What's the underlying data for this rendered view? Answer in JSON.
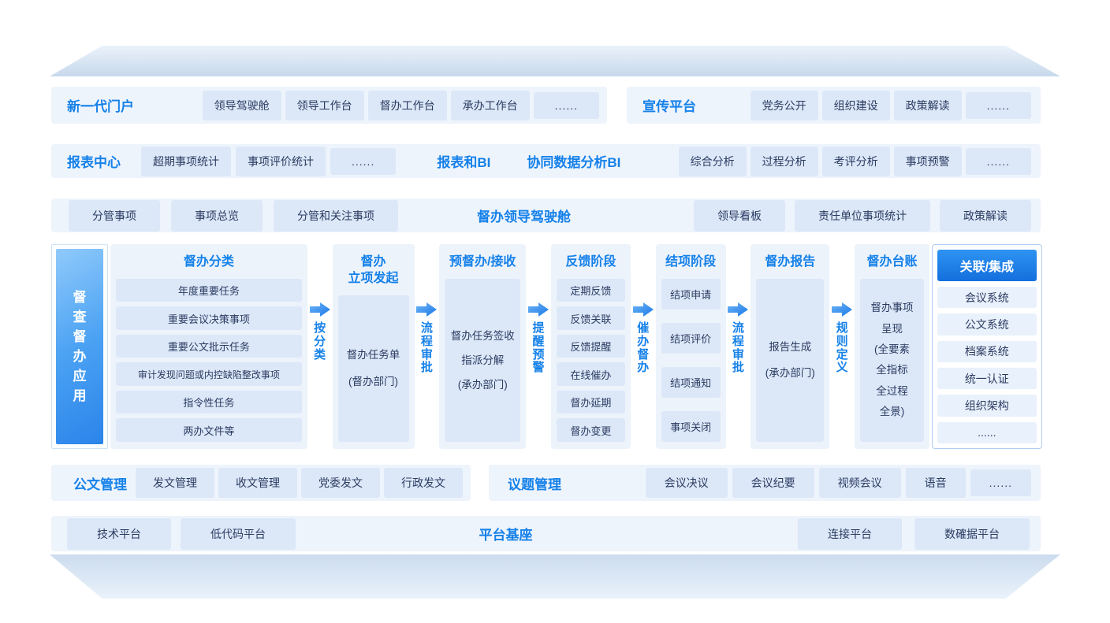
{
  "colors": {
    "accent_blue": "#1581e9",
    "band_bg": "#eef4fc",
    "chip_bg": "#dce8f8",
    "chip_text": "#2b3a60",
    "sidebar_gradient_start": "#90cafb",
    "sidebar_gradient_end": "#2b84ea",
    "integration_header_blue": "#1f83ec",
    "perspective_face": "#cddcee"
  },
  "portal": {
    "title": "新一代门户",
    "items": [
      "领导驾驶舱",
      "领导工作台",
      "督办工作台",
      "承办工作台",
      "......"
    ]
  },
  "publicity": {
    "title": "宣传平台",
    "items": [
      "党务公开",
      "组织建设",
      "政策解读",
      "......"
    ]
  },
  "reports": {
    "title": "报表中心",
    "items": [
      "超期事项统计",
      "事项评价统计",
      "......"
    ],
    "bi_title": "报表和BI",
    "bi_subtitle": "协同数据分析BI",
    "analysis_items": [
      "综合分析",
      "过程分析",
      "考评分析",
      "事项预警",
      "......"
    ]
  },
  "cockpit": {
    "left_items": [
      "分管事项",
      "事项总览",
      "分管和关注事项"
    ],
    "title": "督办领导驾驶舱",
    "right_items": [
      "领导看板",
      "责任单位事项统计",
      "政策解读"
    ]
  },
  "supervision": {
    "side_label": "督查督办应用",
    "classify": {
      "title": "督办分类",
      "items": [
        "年度重要任务",
        "重要会议决策事项",
        "重要公文批示任务",
        "审计发现问题或内控缺陷整改事项",
        "指令性任务",
        "两办文件等"
      ]
    },
    "arrow1": "按分类",
    "initiate": {
      "title": "督办\n立项发起",
      "body": "督办任务单\n(督办部门)"
    },
    "arrow2": "流程审批",
    "receive": {
      "title": "预督办/接收",
      "body": "督办任务签收\n指派分解\n(承办部门)"
    },
    "arrow3": "提醒预警",
    "feedback": {
      "title": "反馈阶段",
      "items": [
        "定期反馈",
        "反馈关联",
        "反馈提醒",
        "在线催办",
        "督办延期",
        "督办变更"
      ]
    },
    "arrow4": "催办督办",
    "closing": {
      "title": "结项阶段",
      "items": [
        "结项申请",
        "结项评价",
        "结项通知",
        "事项关闭"
      ]
    },
    "arrow5": "流程审批",
    "report": {
      "title": "督办报告",
      "body": "报告生成\n(承办部门)"
    },
    "arrow6": "规则定义",
    "ledger": {
      "title": "督办台账",
      "body": "督办事项\n呈现\n(全要素\n全指标\n全过程\n全景)"
    },
    "integration": {
      "title": "关联/集成",
      "items": [
        "会议系统",
        "公文系统",
        "档案系统",
        "统一认证",
        "组织架构",
        "......"
      ]
    }
  },
  "documents": {
    "title": "公文管理",
    "items": [
      "发文管理",
      "收文管理",
      "党委发文",
      "行政发文"
    ]
  },
  "topics": {
    "title": "议题管理",
    "items": [
      "会议决议",
      "会议纪要",
      "视频会议",
      "语音",
      "......"
    ]
  },
  "platform": {
    "left_items": [
      "技术平台",
      "低代码平台"
    ],
    "title": "平台基座",
    "right_items": [
      "连接平台",
      "数確据平台"
    ]
  }
}
